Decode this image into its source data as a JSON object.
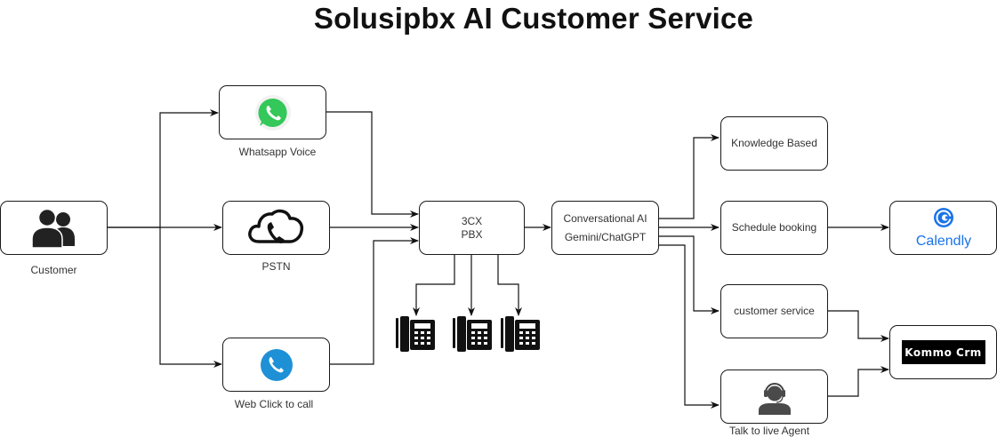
{
  "title": "Solusipbx AI Customer Service",
  "colors": {
    "whatsapp_green": "#34C759",
    "web_call_blue": "#1E90D6",
    "calendly_blue": "#1A73E8",
    "kommo_black": "#000000",
    "edge": "#111111"
  },
  "nodes": {
    "customer": {
      "label": "Customer",
      "icon": "users-icon"
    },
    "whatsapp": {
      "label": "Whatsapp Voice",
      "icon": "whatsapp-icon"
    },
    "pstn": {
      "label": "PSTN",
      "icon": "cloud-phone-icon"
    },
    "web_call": {
      "label": "Web Click to call",
      "icon": "phone-circle-icon"
    },
    "pbx": {
      "line1": "3CX",
      "line2": "PBX"
    },
    "ai": {
      "line1": "Conversational AI",
      "line2": "Gemini/ChatGPT"
    },
    "knowledge": {
      "label": "Knowledge Based"
    },
    "schedule": {
      "label": "Schedule booking"
    },
    "customer_service": {
      "label": "customer service"
    },
    "live_agent": {
      "label": "Talk to live Agent",
      "icon": "headset-agent-icon"
    },
    "calendly": {
      "label": "Calendly",
      "icon": "calendly-logo-icon"
    },
    "kommo": {
      "label": "Kommo Crm",
      "icon": "kommo-logo-icon"
    }
  },
  "desk_phones": [
    {
      "name": "desk-phone-1"
    },
    {
      "name": "desk-phone-2"
    },
    {
      "name": "desk-phone-3"
    }
  ]
}
